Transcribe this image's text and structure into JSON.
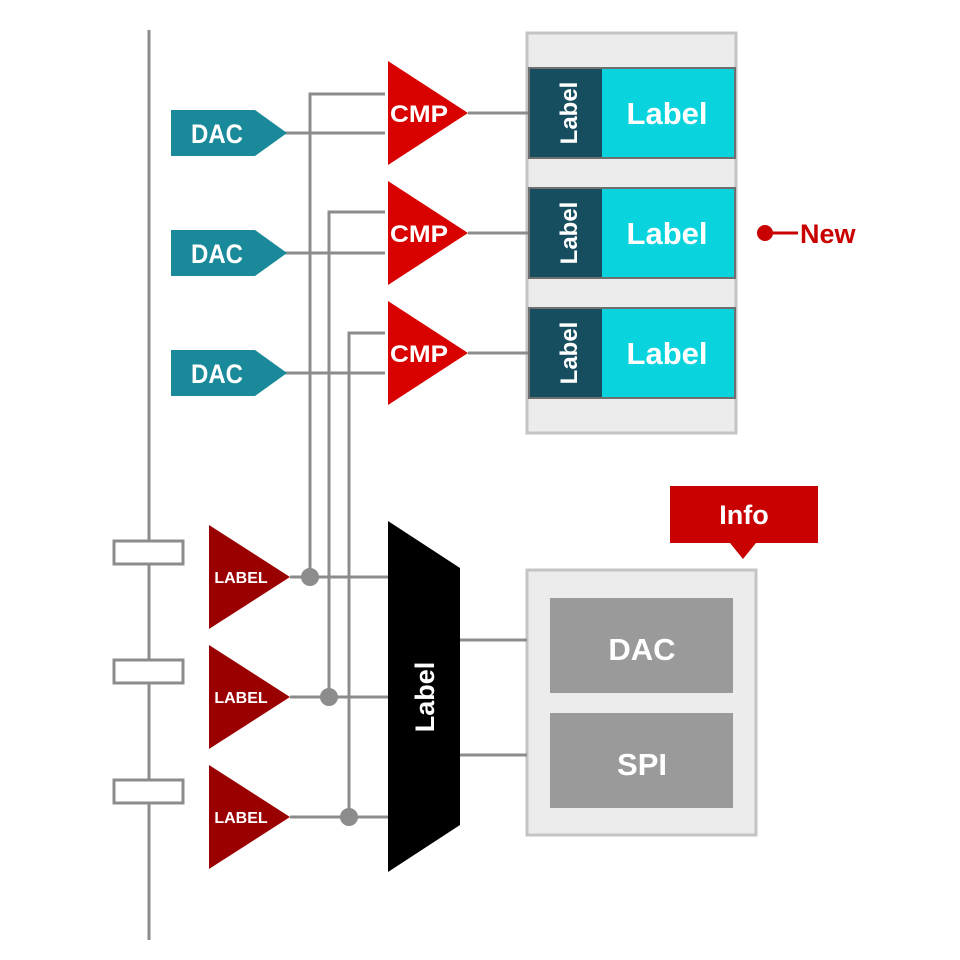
{
  "colors": {
    "dac_arrow": "#1a8a9a",
    "comparator": "#d90000",
    "amplifier": "#9a0000",
    "register_dark": "#164e60",
    "register_light": "#09d3dd",
    "panel_bg": "#ececec",
    "panel_border": "#c4c4c4",
    "block_gray": "#9a9a9a",
    "mux": "#000000",
    "wire": "#8c8c8c",
    "accent_red": "#c80000"
  },
  "dacs": [
    {
      "label": "DAC"
    },
    {
      "label": "DAC"
    },
    {
      "label": "DAC"
    }
  ],
  "comparators": [
    {
      "label": "CMP"
    },
    {
      "label": "CMP"
    },
    {
      "label": "CMP"
    }
  ],
  "registers": [
    {
      "side_label": "Label",
      "main_label": "Label"
    },
    {
      "side_label": "Label",
      "main_label": "Label"
    },
    {
      "side_label": "Label",
      "main_label": "Label"
    }
  ],
  "new_marker": {
    "label": "New"
  },
  "amplifiers": [
    {
      "label": "LABEL"
    },
    {
      "label": "LABEL"
    },
    {
      "label": "LABEL"
    }
  ],
  "mux": {
    "label": "Label"
  },
  "info_callout": {
    "label": "Info"
  },
  "peripheral_blocks": [
    {
      "label": "DAC"
    },
    {
      "label": "SPI"
    }
  ]
}
